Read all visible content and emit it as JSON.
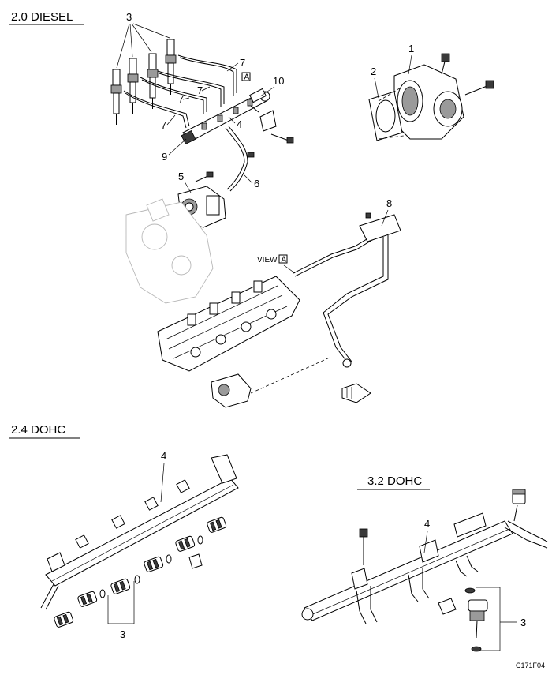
{
  "sections": {
    "diesel": {
      "title": "2.0 DIESEL"
    },
    "dohc24": {
      "title": "2.4 DOHC"
    },
    "dohc32": {
      "title": "3.2 DOHC"
    }
  },
  "diesel_callouts": {
    "n1": "1",
    "n2": "2",
    "n3": "3",
    "n4": "4",
    "n5": "5",
    "n6": "6",
    "n7a": "7",
    "n7b": "7",
    "n7c": "7",
    "n7d": "7",
    "n8": "8",
    "n9": "9",
    "n10": "10"
  },
  "view": {
    "label": "VIEW",
    "marker": "A"
  },
  "dohc24_callouts": {
    "n3": "3",
    "n4": "4"
  },
  "dohc32_callouts": {
    "n3": "3",
    "n4": "4"
  },
  "figure_id": "C171F04"
}
